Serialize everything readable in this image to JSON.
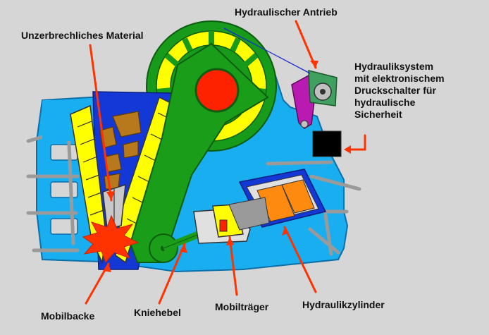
{
  "labels": {
    "hydraulic_drive": "Hydraulischer Antrieb",
    "unbreakable_material": "Unzerbrechliches Material",
    "hydraulic_system": [
      "Hydrauliksystem",
      "mit elektronischem",
      "Druckschalter für",
      "hydraulische",
      "Sicherheit"
    ],
    "movable_jaw": "Mobilbacke",
    "toggle_lever": "Kniehebel",
    "movable_carrier": "Mobilträger",
    "hydraulic_cylinder": "Hydraulikzylinder"
  },
  "colors": {
    "background": "#d6d6d6",
    "frame_blue": "#19aef0",
    "dark_blue_chamber": "#1438d6",
    "flywheel_green": "#189a1a",
    "jaw_green": "#1a9e1a",
    "wear_plate_yellow": "#ffff00",
    "eccentric_red": "#ff2200",
    "cylinder_orange": "#ff8a10",
    "drive_purple": "#b81ab2",
    "material_brown": "#b8791c",
    "pointer_red": "#ff3300",
    "control_box_black": "#000000"
  }
}
